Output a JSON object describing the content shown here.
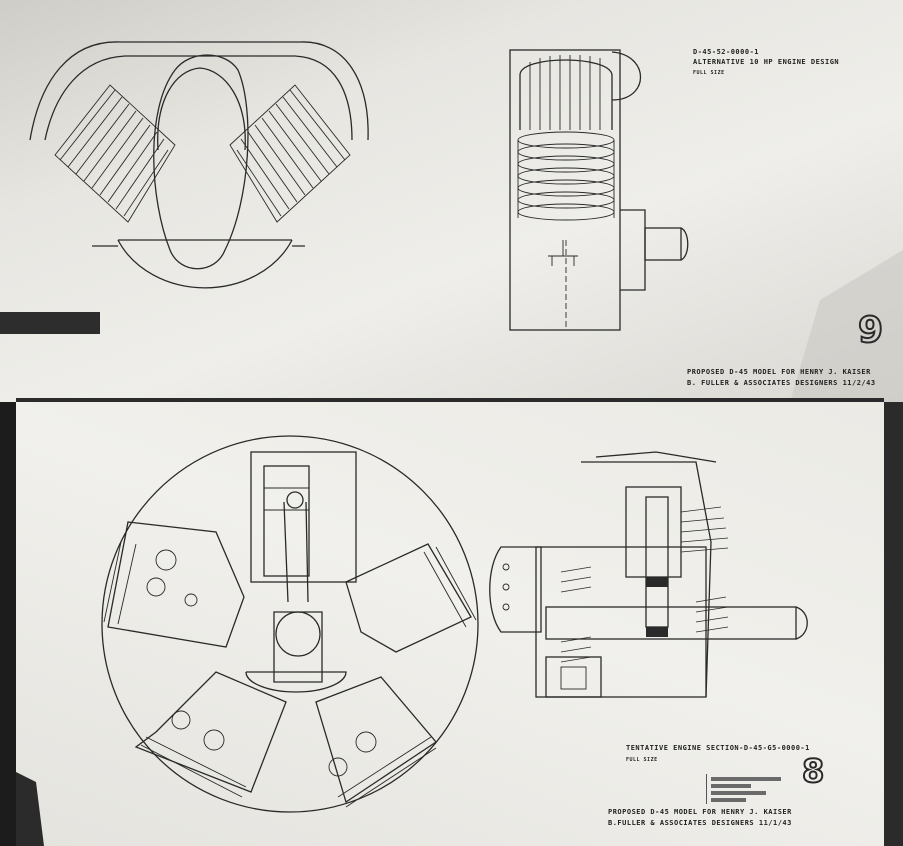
{
  "sheet_top": {
    "drawing_number": "D-45-52-0000-1",
    "title": "ALTERNATIVE 10 HP ENGINE DESIGN",
    "scale": "FULL SIZE",
    "footer_line1": "PROPOSED D-45 MODEL FOR HENRY J. KAISER",
    "footer_line2": "B. FULLER & ASSOCIATES DESIGNERS 11/2/43",
    "sheet_number": "9"
  },
  "sheet_bottom": {
    "section_title": "TENTATIVE ENGINE SECTION-D-45-G5-0000-1",
    "scale": "FULL SIZE",
    "footer_line1": "PROPOSED D-45 MODEL FOR HENRY J. KAISER",
    "footer_line2": "B.FULLER & ASSOCIATES DESIGNERS 11/1/43",
    "sheet_number": "8"
  },
  "colors": {
    "ink": "#2a2a2a",
    "paper": "#ecebe6",
    "background": "#1c1c1c"
  }
}
